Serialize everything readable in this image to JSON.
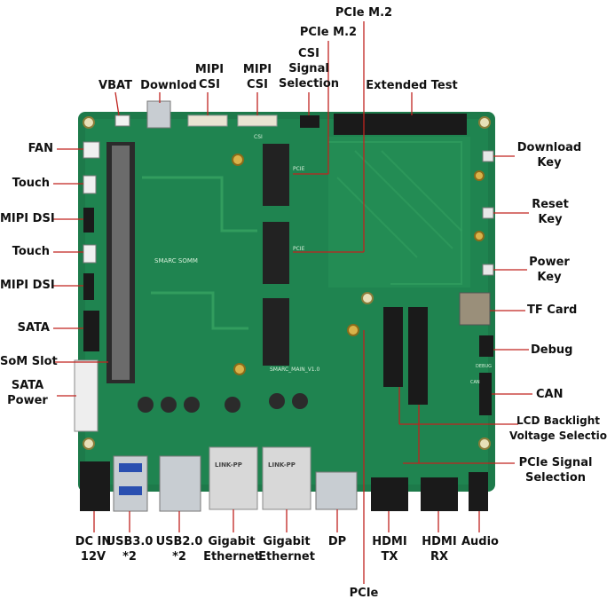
{
  "colors": {
    "board": "#1d7a4a",
    "board_dark": "#0f5a33",
    "trace_light": "#3fae68",
    "leader": "#c0231f",
    "label_text": "#111111",
    "metal": "#c8cdd2",
    "connector_dark": "#1a1a1a",
    "ethernet_jack": "#d8d8d8"
  },
  "labels": {
    "pcie_m2_top": "PCIe M.2",
    "pcie_m2_second": "PCIe M.2",
    "csi_signal_selection": "CSI\nSignal\nSelection",
    "vbat": "VBAT",
    "downlod": "Downlod",
    "mipi_csi_1": "MIPI\nCSI",
    "mipi_csi_2": "MIPI\nCSI",
    "extended_test": "Extended Test",
    "fan": "FAN",
    "touch_1": "Touch",
    "mipi_dsi_1": "MIPI DSI",
    "touch_2": "Touch",
    "mipi_dsi_2": "MIPI DSI",
    "sata": "SATA",
    "som_slot": "SoM Slot",
    "sata_power": "SATA\nPower",
    "download_key": "Download\nKey",
    "reset_key": "Reset\nKey",
    "power_key": "Power\nKey",
    "tf_card": "TF Card",
    "debug": "Debug",
    "can": "CAN",
    "lcd_backlight": "LCD Backlight\nVoltage Selectio",
    "pcie_signal_selection": "PCIe Signal\nSelection",
    "dc_in": "DC IN\n12V",
    "usb30": "USB3.0\n*2",
    "usb20": "USB2.0\n*2",
    "gigabit_1": "Gigabit\nEthernet",
    "gigabit_2": "Gigabit\nEthernet",
    "dp": "DP",
    "hdmi_tx": "HDMI\nTX",
    "hdmi_rx": "HDMI\nRX",
    "audio": "Audio",
    "pcie_bottom": "PCIe"
  },
  "board_silkscreen": {
    "smarc_left": "SMARC  SOMM",
    "smarc_main": "SMARC_MAIN_V1.0",
    "pcie_1": "PCIE",
    "pcie_2": "PCIE",
    "mipi_csi_silk": "CSI",
    "debug_silk": "DEBUG",
    "can_silk": "CAN",
    "link_pp_1": "LINK-PP",
    "link_pp_2": "LINK-PP"
  }
}
